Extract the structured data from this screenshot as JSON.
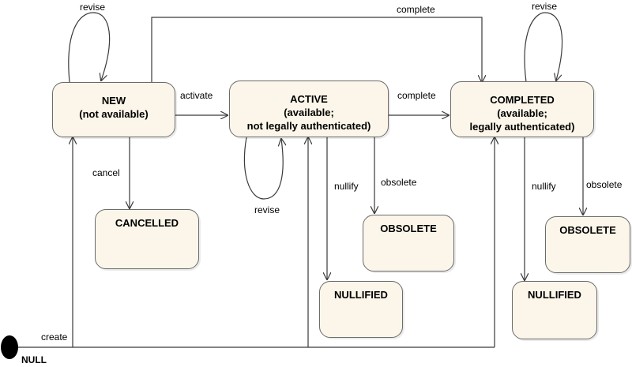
{
  "states": {
    "new": {
      "title": "NEW",
      "sub1": "(not available)"
    },
    "active": {
      "title": "ACTIVE",
      "sub1": "(available;",
      "sub2": "not legally authenticated)"
    },
    "completed": {
      "title": "COMPLETED",
      "sub1": "(available;",
      "sub2": "legally authenticated)"
    },
    "cancelled": {
      "title": "CANCELLED"
    },
    "obsolete_active": {
      "title": "OBSOLETE"
    },
    "nullified_active": {
      "title": "NULLIFIED"
    },
    "obsolete_completed": {
      "title": "OBSOLETE"
    },
    "nullified_completed": {
      "title": "NULLIFIED"
    },
    "null": {
      "title": "NULL"
    }
  },
  "transitions": {
    "revise_new": "revise",
    "complete_top": "complete",
    "revise_completed": "revise",
    "activate": "activate",
    "complete_mid": "complete",
    "cancel": "cancel",
    "revise_active": "revise",
    "nullify_active": "nullify",
    "obsolete_active": "obsolete",
    "nullify_completed": "nullify",
    "obsolete_completed": "obsolete",
    "create": "create"
  },
  "colors": {
    "state_fill": "#fbf6e9",
    "state_border": "#6b6b6b",
    "edge": "#3a3a3a",
    "initial_node": "#000000"
  }
}
